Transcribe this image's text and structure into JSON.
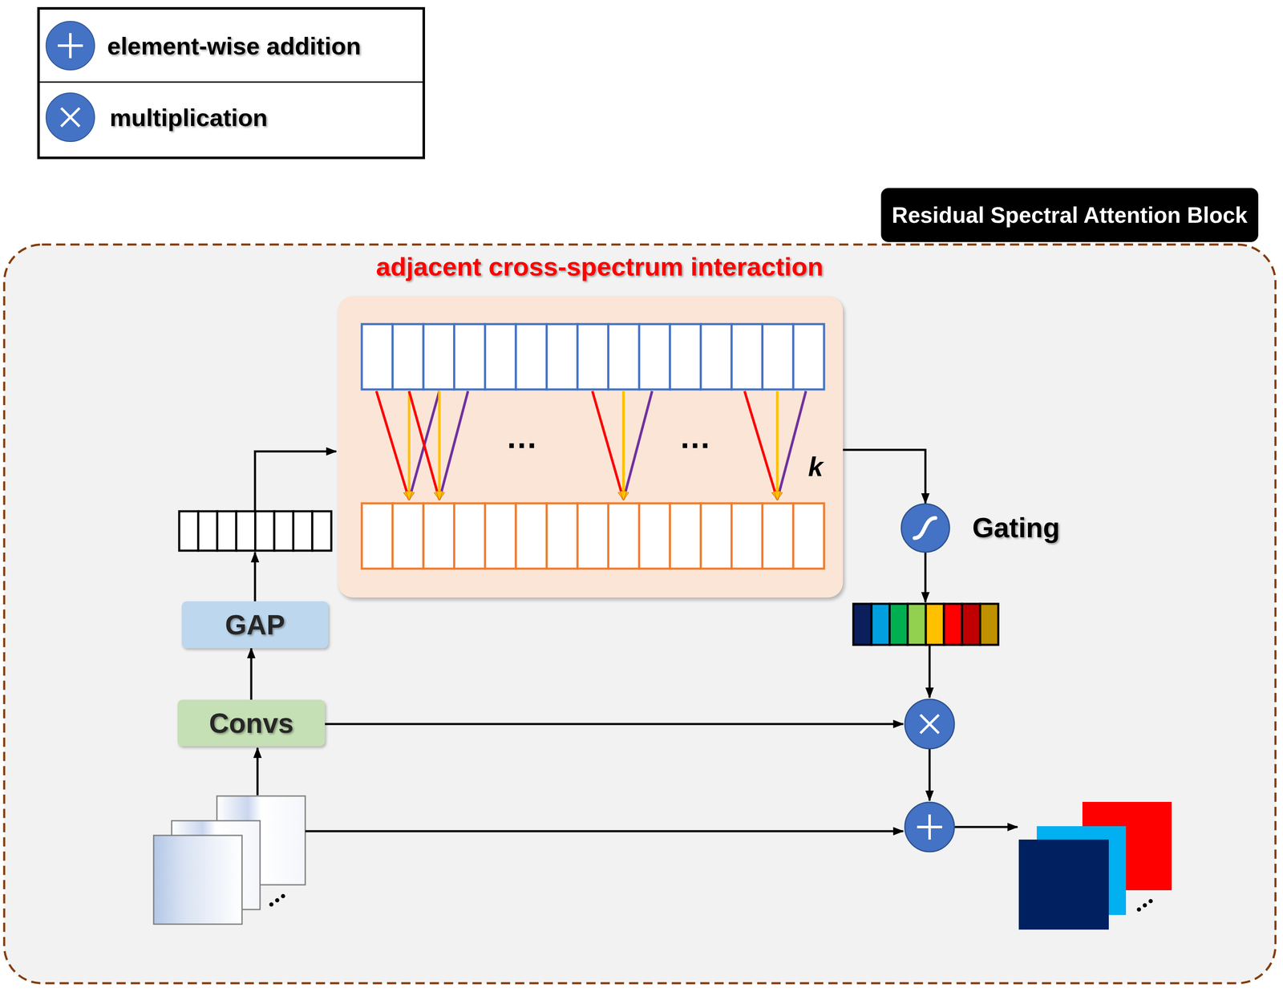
{
  "diagram": {
    "nodes": [
      {
        "text": [
          "Residual Spectral Attention Block"
        ]
      },
      {
        "text": [
          "adjacent cross-spectrum interaction"
        ],
        "in": 0
      },
      {
        "text": [
          "GAP"
        ],
        "in": 0
      },
      {
        "text": [
          "Convs"
        ],
        "in": 0
      },
      {
        "text": [
          "Gating"
        ],
        "in": 0
      }
    ],
    "edges": [
      {
        "from": 3,
        "to": 2,
        "arrow": "to"
      },
      {
        "from": 1,
        "to": 4,
        "arrow": "to"
      }
    ],
    "labels": [
      "…",
      "…",
      "k"
    ],
    "legend": [
      {
        "text": "element-wise addition"
      },
      {
        "text": "multiplication"
      }
    ]
  }
}
